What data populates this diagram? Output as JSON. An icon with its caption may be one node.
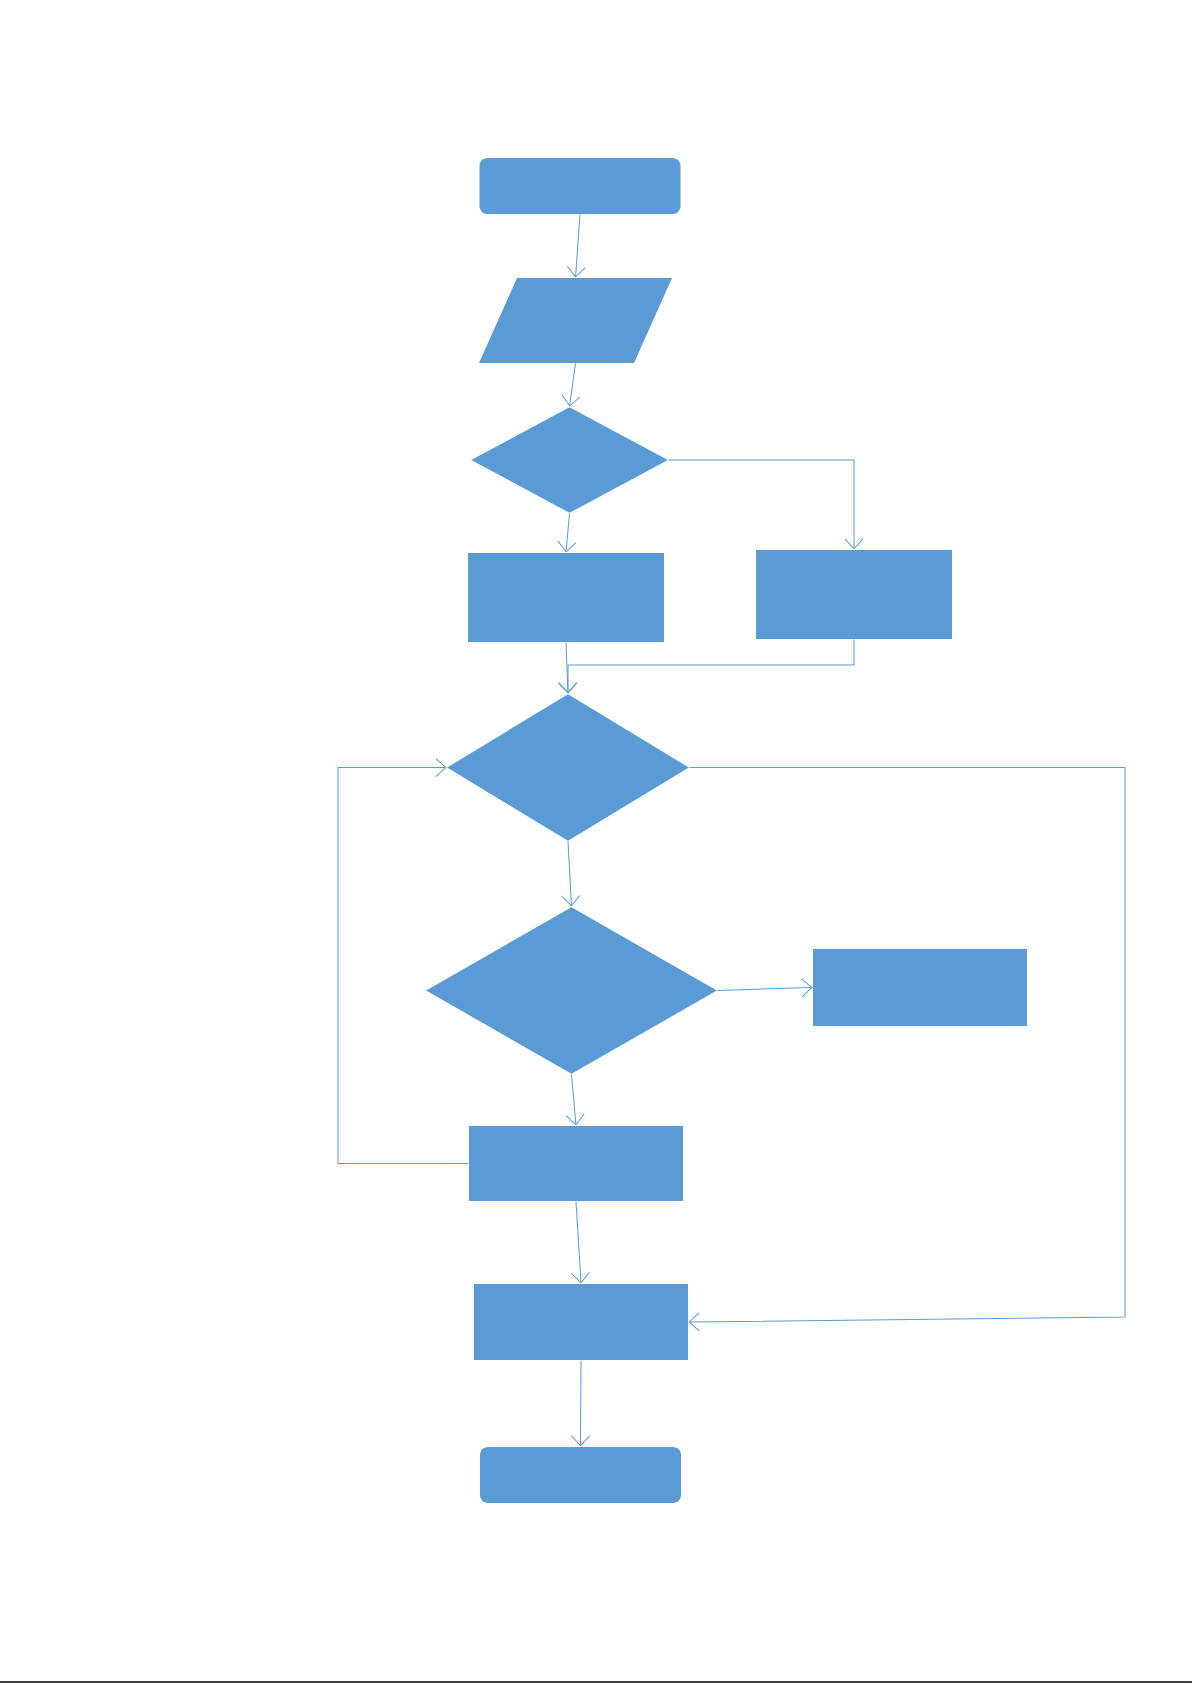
{
  "diagram": {
    "nodes": [
      {
        "text": [],
        "shape": "terminal"
      },
      {
        "text": [],
        "shape": "parallelogram"
      },
      {
        "text": [],
        "shape": "diamond"
      },
      {
        "text": [],
        "shape": "box"
      },
      {
        "text": [],
        "shape": "box"
      },
      {
        "text": [],
        "shape": "diamond"
      },
      {
        "text": [],
        "shape": "diamond"
      },
      {
        "text": [],
        "shape": "box"
      },
      {
        "text": [],
        "shape": "box"
      },
      {
        "text": [],
        "shape": "box"
      },
      {
        "text": [],
        "shape": "terminal"
      }
    ],
    "edges": [
      {
        "from": 0,
        "to": 1,
        "arrow": "to"
      },
      {
        "from": 1,
        "to": 2,
        "arrow": "to"
      },
      {
        "from": 2,
        "to": 3,
        "arrow": "to"
      },
      {
        "from": 2,
        "to": 4,
        "arrow": "to"
      },
      {
        "from": 3,
        "to": 5,
        "arrow": "to"
      },
      {
        "from": 4,
        "to": 5,
        "arrow": "to"
      },
      {
        "from": 5,
        "to": 6,
        "arrow": "to"
      },
      {
        "from": 6,
        "to": 7,
        "arrow": "to"
      },
      {
        "from": 6,
        "to": 8,
        "arrow": "to"
      },
      {
        "from": 8,
        "to": 5,
        "arrow": "to"
      },
      {
        "from": 5,
        "to": 9,
        "arrow": "to"
      },
      {
        "from": 8,
        "to": 9,
        "arrow": "to"
      },
      {
        "from": 9,
        "to": 10,
        "arrow": "to"
      }
    ]
  }
}
